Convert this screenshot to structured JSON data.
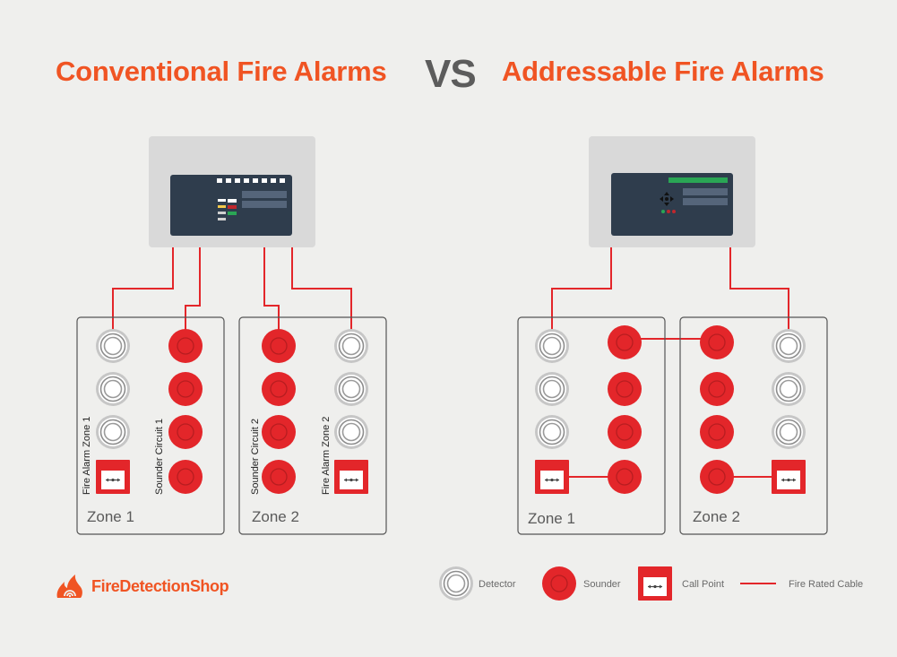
{
  "colors": {
    "accent": "#f05423",
    "vs": "#5c5c5c",
    "cable": "#e3262a",
    "sounder": "#e3262a",
    "panel": "#dcdcdc",
    "panel_screen": "#2f3d4d"
  },
  "header": {
    "title_left": "Conventional Fire Alarms",
    "vs": "VS",
    "title_right": "Addressable Fire Alarms"
  },
  "conventional": {
    "zone1_label": "Zone 1",
    "zone2_label": "Zone 2",
    "circuits": [
      "Fire Alarm Zone 1",
      "Sounder Circuit 1",
      "Sounder Circuit 2",
      "Fire Alarm Zone 2"
    ]
  },
  "addressable": {
    "zone1_label": "Zone 1",
    "zone2_label": "Zone 2"
  },
  "legend": {
    "detector": "Detector",
    "sounder": "Sounder",
    "call_point": "Call Point",
    "cable": "Fire Rated Cable"
  },
  "brand": {
    "name": "FireDetectionShop",
    "icon": "flame-wifi-icon"
  }
}
